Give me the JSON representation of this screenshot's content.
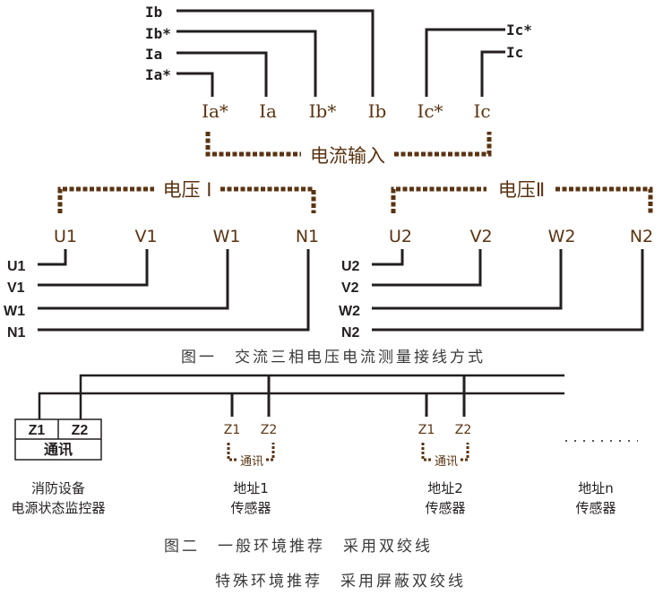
{
  "figure1": {
    "current_input": {
      "group_label": "电流输入",
      "left_wires": [
        "Ib",
        "Ib*",
        "Ia",
        "Ia*"
      ],
      "right_wires": [
        "Ic*",
        "Ic"
      ],
      "terminals": [
        "Ia*",
        "Ia",
        "Ib*",
        "Ib",
        "Ic*",
        "Ic"
      ]
    },
    "voltage_1": {
      "group_label": "电压 Ⅰ",
      "terminals": [
        "U1",
        "V1",
        "W1",
        "N1"
      ],
      "wires": [
        "U1",
        "V1",
        "W1",
        "N1"
      ]
    },
    "voltage_2": {
      "group_label": "电压Ⅱ",
      "terminals": [
        "U2",
        "V2",
        "W2",
        "N2"
      ],
      "wires": [
        "U2",
        "V2",
        "W2",
        "N2"
      ]
    },
    "caption": "图一　交流三相电压电流测量接线方式"
  },
  "figure2": {
    "monitor": {
      "terminals": [
        "Z1",
        "Z2"
      ],
      "port_label": "通讯",
      "name_line1": "消防设备",
      "name_line2": "电源状态监控器"
    },
    "sensors": [
      {
        "terminals": [
          "Z1",
          "Z2"
        ],
        "port_label": "通讯",
        "name_line1": "地址1",
        "name_line2": "传感器"
      },
      {
        "terminals": [
          "Z1",
          "Z2"
        ],
        "port_label": "通讯",
        "name_line1": "地址2",
        "name_line2": "传感器"
      },
      {
        "name_line1": "地址n",
        "name_line2": "传感器"
      }
    ],
    "ellipsis": "·········",
    "caption_line1": "图二　一般环境推荐　采用双绞线",
    "caption_line2": "特殊环境推荐　采用屏蔽双绞线"
  },
  "colors": {
    "line": "#231f20",
    "accent_brown": "#5a3311"
  }
}
